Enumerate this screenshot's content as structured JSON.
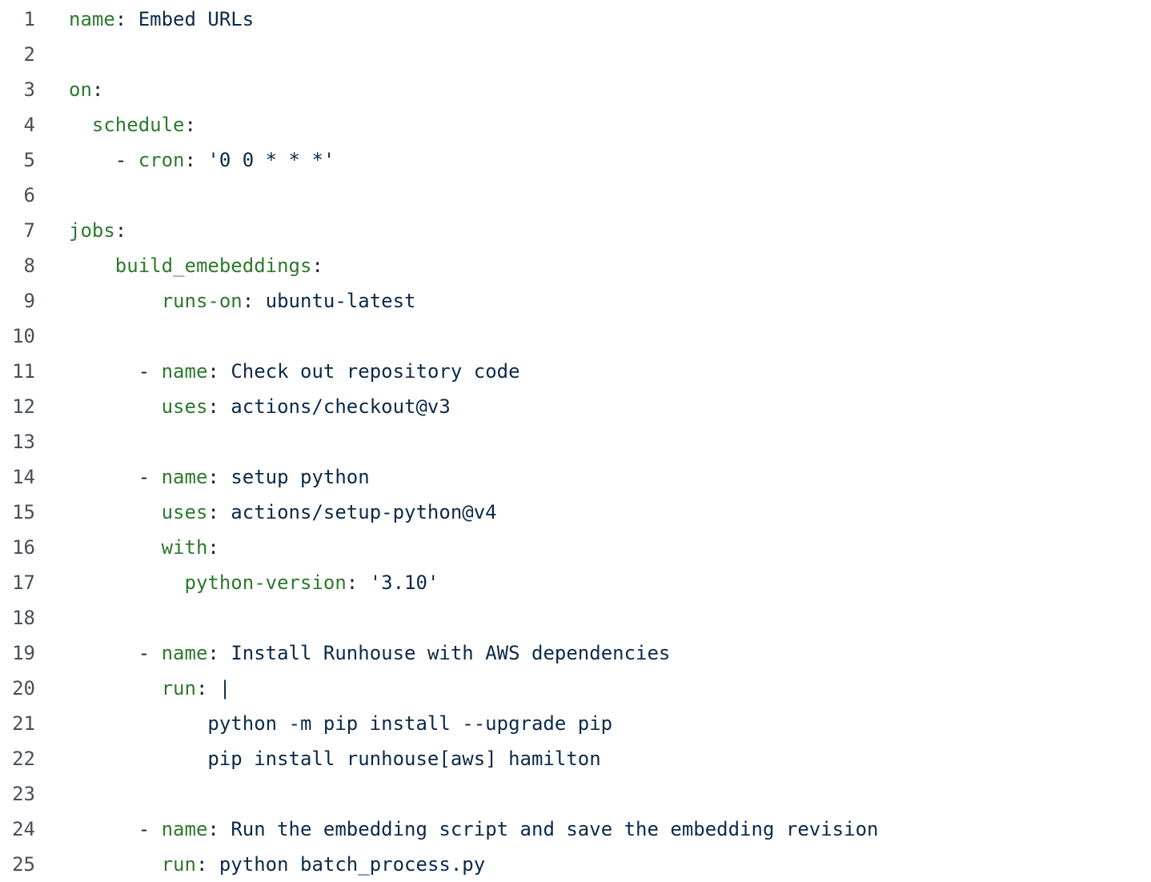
{
  "editor": {
    "colors": {
      "key": "#2c7a2c",
      "value": "#0a2a4a",
      "line_number": "#4a4f57",
      "background": "#ffffff"
    },
    "lines": [
      {
        "number": "1",
        "indent": "",
        "dash": "",
        "key": "name",
        "sep": ": ",
        "value": "Embed URLs"
      },
      {
        "number": "2",
        "indent": "",
        "dash": "",
        "key": "",
        "sep": "",
        "value": ""
      },
      {
        "number": "3",
        "indent": "",
        "dash": "",
        "key": "on",
        "sep": ":",
        "value": ""
      },
      {
        "number": "4",
        "indent": "  ",
        "dash": "",
        "key": "schedule",
        "sep": ":",
        "value": ""
      },
      {
        "number": "5",
        "indent": "    ",
        "dash": "- ",
        "key": "cron",
        "sep": ": ",
        "value": "'0 0 * * *'"
      },
      {
        "number": "6",
        "indent": "",
        "dash": "",
        "key": "",
        "sep": "",
        "value": ""
      },
      {
        "number": "7",
        "indent": "",
        "dash": "",
        "key": "jobs",
        "sep": ":",
        "value": ""
      },
      {
        "number": "8",
        "indent": "    ",
        "dash": "",
        "key": "build_emebeddings",
        "sep": ":",
        "value": ""
      },
      {
        "number": "9",
        "indent": "        ",
        "dash": "",
        "key": "runs-on",
        "sep": ": ",
        "value": "ubuntu-latest"
      },
      {
        "number": "10",
        "indent": "",
        "dash": "",
        "key": "",
        "sep": "",
        "value": ""
      },
      {
        "number": "11",
        "indent": "      ",
        "dash": "- ",
        "key": "name",
        "sep": ": ",
        "value": "Check out repository code"
      },
      {
        "number": "12",
        "indent": "        ",
        "dash": "",
        "key": "uses",
        "sep": ": ",
        "value": "actions/checkout@v3"
      },
      {
        "number": "13",
        "indent": "",
        "dash": "",
        "key": "",
        "sep": "",
        "value": ""
      },
      {
        "number": "14",
        "indent": "      ",
        "dash": "- ",
        "key": "name",
        "sep": ": ",
        "value": "setup python"
      },
      {
        "number": "15",
        "indent": "        ",
        "dash": "",
        "key": "uses",
        "sep": ": ",
        "value": "actions/setup-python@v4"
      },
      {
        "number": "16",
        "indent": "        ",
        "dash": "",
        "key": "with",
        "sep": ":",
        "value": ""
      },
      {
        "number": "17",
        "indent": "          ",
        "dash": "",
        "key": "python-version",
        "sep": ": ",
        "value": "'3.10'"
      },
      {
        "number": "18",
        "indent": "",
        "dash": "",
        "key": "",
        "sep": "",
        "value": ""
      },
      {
        "number": "19",
        "indent": "      ",
        "dash": "- ",
        "key": "name",
        "sep": ": ",
        "value": "Install Runhouse with AWS dependencies"
      },
      {
        "number": "20",
        "indent": "        ",
        "dash": "",
        "key": "run",
        "sep": ": ",
        "value": "|"
      },
      {
        "number": "21",
        "indent": "            ",
        "dash": "",
        "key": "",
        "sep": "",
        "value": "python -m pip install --upgrade pip"
      },
      {
        "number": "22",
        "indent": "            ",
        "dash": "",
        "key": "",
        "sep": "",
        "value": "pip install runhouse[aws] hamilton"
      },
      {
        "number": "23",
        "indent": "",
        "dash": "",
        "key": "",
        "sep": "",
        "value": ""
      },
      {
        "number": "24",
        "indent": "      ",
        "dash": "- ",
        "key": "name",
        "sep": ": ",
        "value": "Run the embedding script and save the embedding revision"
      },
      {
        "number": "25",
        "indent": "        ",
        "dash": "",
        "key": "run",
        "sep": ": ",
        "value": "python batch_process.py"
      }
    ]
  }
}
